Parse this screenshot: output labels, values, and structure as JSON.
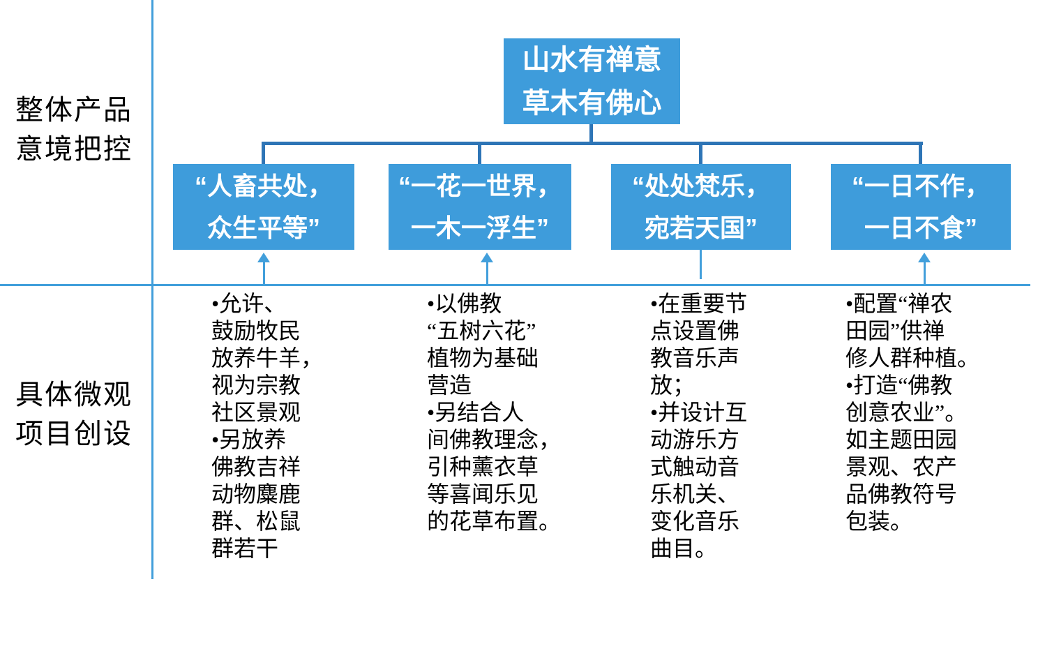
{
  "colors": {
    "box_fill": "#3E9CDB",
    "connector": "#2E75B6",
    "thin_line": "#429FDB",
    "box_text": "#FFFFFF",
    "text_dark": "#000000"
  },
  "left_labels": {
    "top": "整体产品\n意境把控",
    "bottom": "具体微观\n项目创设"
  },
  "root_box": {
    "label": "山水有禅意\n草木有佛心"
  },
  "branch_boxes": [
    {
      "label": "“人畜共处，\n众生平等”"
    },
    {
      "label": "“一花一世界，\n一木一浮生”"
    },
    {
      "label": "“处处梵乐，\n宛若天国”"
    },
    {
      "label": "“一日不作，\n一日不食”"
    }
  ],
  "detail_columns": [
    {
      "text": "•允许、\n鼓励牧民\n放养牛羊，\n视为宗教\n社区景观\n•另放养\n佛教吉祥\n动物麋鹿\n群、松鼠\n群若干"
    },
    {
      "text": "•以佛教\n“五树六花”\n植物为基础\n营造\n•另结合人\n间佛教理念，\n引种薰衣草\n等喜闻乐见\n的花草布置。"
    },
    {
      "text": "•在重要节\n点设置佛\n教音乐声\n放；\n•并设计互\n动游乐方\n式触动音\n乐机关、\n变化音乐\n曲目。"
    },
    {
      "text": "•配置“禅农\n田园”供禅\n修人群种植。\n•打造“佛教\n创意农业”。\n如主题田园\n景观、农产\n品佛教符号\n包装。"
    }
  ]
}
